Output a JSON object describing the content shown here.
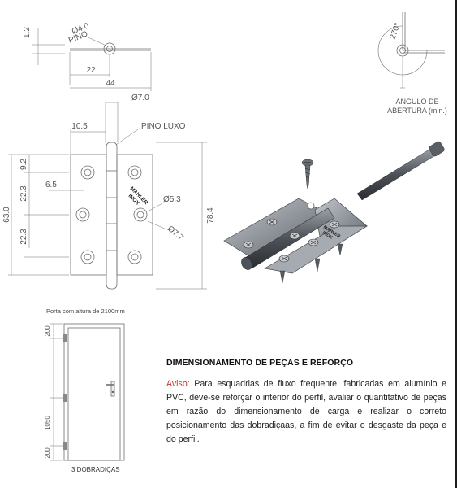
{
  "drawing": {
    "dims": {
      "d_1_2": "1.2",
      "d_pino_diam": "Ø4.0",
      "d_pino_label": "PINO",
      "d_22": "22",
      "d_44": "44",
      "d_7": "Ø7.0",
      "d_10_5": "10.5",
      "d_pino_luxo": "PINO LUXO",
      "d_9_2": "9.2",
      "d_22_3_top": "22.3",
      "d_6_5": "6.5",
      "d_22_3_bot": "22.3",
      "d_63": "63.0",
      "d_5_3": "Ø5.3",
      "d_7_7": "Ø7.7",
      "d_78_4": "78.4",
      "d_270": "270°",
      "angle_label_line1": "ÂNGULO DE",
      "angle_label_line2": "ABERTURA (min.)",
      "brand_line1": "MAHLER",
      "brand_line2": "INOX",
      "door_height_caption": "Porta com altura de 2100mm",
      "door_d_200_top": "200",
      "door_d_1050": "1050",
      "door_d_200_bot": "200",
      "door_caption": "3 DOBRADIÇAS"
    }
  },
  "section": {
    "title": "DIMENSIONAMENTO DE PEÇAS E REFORÇO",
    "aviso_label": "Aviso:",
    "body": " Para esquadrias de fluxo frequente, fabricadas em alumínio e PVC, deve-se reforçar o interior do perfil, avaliar o quantitativo de peças em razão do dimensionamento de carga e realizar o correto posicionamento das dobradiçaas, a fim de evitar o desgaste da peça e do perfil."
  },
  "colors": {
    "line": "#6e6e6e",
    "aviso": "#d2312b",
    "metal": "#8f949b"
  }
}
